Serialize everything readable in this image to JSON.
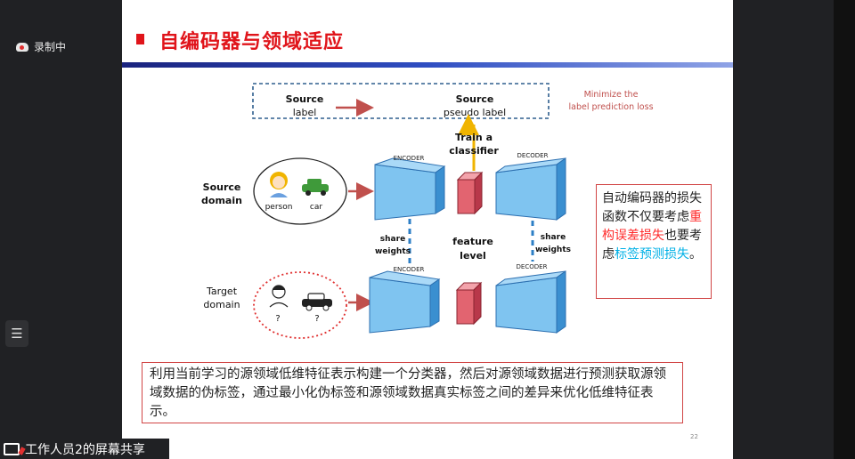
{
  "app": {
    "recording_label": "录制中",
    "share_label": "工作人员2的屏幕共享",
    "menu_icon": "list-icon"
  },
  "slide": {
    "title": "自编码器与领域适应",
    "page_number": "22",
    "diagram": {
      "source_label_line1": "Source",
      "source_label_line2": "label",
      "pseudo_label_line1": "Source",
      "pseudo_label_line2": "pseudo label",
      "minimize_line1": "Minimize the",
      "minimize_line2": "label prediction loss",
      "train_line1": "Train a",
      "train_line2": "classifier",
      "source_domain_line1": "Source",
      "source_domain_line2": "domain",
      "target_domain_line1": "Target",
      "target_domain_line2": "domain",
      "person": "person",
      "car": "car",
      "question": "?",
      "encoder": "ENCODER",
      "decoder": "DECODER",
      "share_line1": "share",
      "share_line2": "weights",
      "feature_line1": "feature",
      "feature_line2": "level",
      "colors": {
        "arrow": "#c0504d",
        "dash_box": "#2e5e8e",
        "cube_face": "#7fc4f0",
        "cube_side": "#3a8fd0",
        "cube_pink": "#e26470",
        "dash_blue": "#2d7fc6",
        "gold": "#f0b400"
      }
    },
    "note": {
      "part1": "自动编码器的损失函数不仅要考虑",
      "hl1": "重构误差损失",
      "part2": "也要考虑",
      "hl2": "标签预测损失",
      "part3": "。"
    },
    "caption": "利用当前学习的源领域低维特征表示构建一个分类器，然后对源领域数据进行预测获取源领域数据的伪标签，通过最小化伪标签和源领域数据真实标签之间的差异来优化低维特征表示。"
  }
}
